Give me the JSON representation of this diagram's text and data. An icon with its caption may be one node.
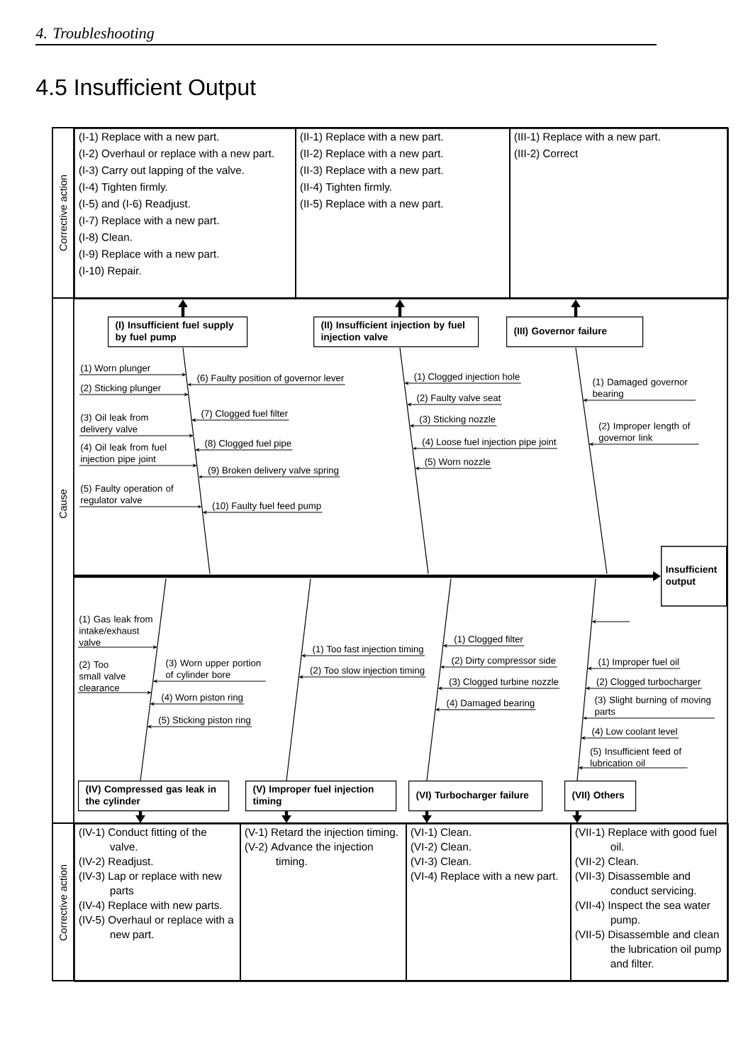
{
  "diagram": {
    "title": "4.5 Insufficient Output",
    "nodes": [
      {
        "text": [
          "(I-1) Replace with a new part.",
          "(I-2) Overhaul or replace with a new part.",
          "(I-3) Carry out lapping of the valve.",
          "(I-4) Tighten firmly.",
          "(I-5) and (I-6) Readjust.",
          "(I-7) Replace with a new part.",
          "(I-8) Clean.",
          "(I-9) Replace with a new part.",
          "(I-10) Repair."
        ]
      },
      {
        "text": [
          "(II-1) Replace with a new part.",
          "(II-2) Replace with a new part.",
          "(II-3) Replace with a new part.",
          "(II-4) Tighten firmly.",
          "(II-5) Replace with a new part."
        ]
      },
      {
        "text": [
          "(III-1) Replace with a new part.",
          "(III-2) Correct"
        ]
      },
      {
        "text": [
          "(I) Insufficient fuel supply by fuel pump"
        ]
      },
      {
        "text": [
          "(II) Insufficient injection by fuel injection valve"
        ]
      },
      {
        "text": [
          "(III) Governor failure"
        ]
      },
      {
        "text": [
          "(1) Worn plunger"
        ]
      },
      {
        "text": [
          "(2) Sticking plunger"
        ]
      },
      {
        "text": [
          "(3) Oil leak from delivery valve"
        ]
      },
      {
        "text": [
          "(4) Oil leak from fuel injection pipe joint"
        ]
      },
      {
        "text": [
          "(5) Faulty operation of regulator valve"
        ]
      },
      {
        "text": [
          "(6) Faulty position of governor lever"
        ]
      },
      {
        "text": [
          "(7) Clogged fuel filter"
        ]
      },
      {
        "text": [
          "(8) Clogged fuel pipe"
        ]
      },
      {
        "text": [
          "(9) Broken delivery valve spring"
        ]
      },
      {
        "text": [
          "(10) Faulty fuel feed pump"
        ]
      },
      {
        "text": [
          "(1) Clogged injection hole"
        ]
      },
      {
        "text": [
          "(2) Faulty valve seat"
        ]
      },
      {
        "text": [
          "(3) Sticking nozzle"
        ]
      },
      {
        "text": [
          "(4) Loose fuel injection pipe joint"
        ]
      },
      {
        "text": [
          "(5) Worn nozzle"
        ]
      },
      {
        "text": [
          "(1) Damaged governor bearing"
        ]
      },
      {
        "text": [
          "(2) Improper length of governor link"
        ]
      },
      {
        "text": [
          "Insufficient output"
        ]
      },
      {
        "text": [
          "(1) Gas leak from intake/exhaust valve"
        ]
      },
      {
        "text": [
          "(2) Too small valve clearance"
        ]
      },
      {
        "text": [
          "(3) Worn upper portion of cylinder bore"
        ]
      },
      {
        "text": [
          "(4) Worn piston ring"
        ]
      },
      {
        "text": [
          "(5) Sticking piston ring"
        ]
      },
      {
        "text": [
          "(1) Too fast injection timing"
        ]
      },
      {
        "text": [
          "(2) Too slow injection timing"
        ]
      },
      {
        "text": [
          "(1) Clogged filter"
        ]
      },
      {
        "text": [
          "(2) Dirty compressor side"
        ]
      },
      {
        "text": [
          "(3) Clogged turbine nozzle"
        ]
      },
      {
        "text": [
          "(4) Damaged bearing"
        ]
      },
      {
        "text": [
          "(1) Improper fuel oil"
        ]
      },
      {
        "text": [
          "(2) Clogged turbocharger"
        ]
      },
      {
        "text": [
          "(3) Slight burning of moving parts"
        ]
      },
      {
        "text": [
          "(4) Low coolant level"
        ]
      },
      {
        "text": [
          "(5) Insufficient feed of lubrication oil"
        ]
      },
      {
        "text": [
          "(IV) Compressed gas leak in the cylinder"
        ]
      },
      {
        "text": [
          "(V) Improper fuel injection timing"
        ]
      },
      {
        "text": [
          "(VI) Turbocharger failure"
        ]
      },
      {
        "text": [
          "(VII) Others"
        ]
      },
      {
        "text": [
          "(IV-1) Conduct fitting of the valve.",
          "(IV-2) Readjust.",
          "(IV-3) Lap or replace with new parts",
          "(IV-4) Replace with new parts.",
          "(IV-5) Overhaul or replace with a new part."
        ]
      },
      {
        "text": [
          "(V-1) Retard the injection timing.",
          "(V-2) Advance the injection timing."
        ]
      },
      {
        "text": [
          "(VI-1) Clean.",
          "(VI-2) Clean.",
          "(VI-3) Clean.",
          "(VI-4) Replace with a new part."
        ]
      },
      {
        "text": [
          "(VII-1) Replace with good fuel oil.",
          "(VII-2) Clean.",
          "(VII-3) Disassemble and conduct servicing.",
          "(VII-4) Inspect the sea water pump.",
          "(VII-5) Disassemble and clean the lubrication oil pump and filter."
        ]
      },
      {
        "text": [],
        "shape": "bar"
      },
      {
        "text": [],
        "shape": "bar"
      },
      {
        "text": [],
        "shape": "bar"
      },
      {
        "text": [],
        "shape": "bar"
      },
      {
        "text": [],
        "shape": "bar"
      },
      {
        "text": [],
        "shape": "bar"
      },
      {
        "text": [],
        "shape": "bar"
      }
    ],
    "edges": [
      {
        "from": 3,
        "to": 0,
        "arrow": "to",
        "style": "thick"
      },
      {
        "from": 4,
        "to": 1,
        "arrow": "to",
        "style": "thick"
      },
      {
        "from": 5,
        "to": 2,
        "arrow": "to",
        "style": "thick"
      },
      {
        "from": 40,
        "to": 44,
        "arrow": "to",
        "style": "thick"
      },
      {
        "from": 41,
        "to": 45,
        "arrow": "to",
        "style": "thick"
      },
      {
        "from": 42,
        "to": 46,
        "arrow": "to",
        "style": "thick"
      },
      {
        "from": 43,
        "to": 47,
        "arrow": "to",
        "style": "thick"
      },
      {
        "from": null,
        "to": 23,
        "arrow": "to",
        "style": "thick"
      },
      {
        "from": 6,
        "to": 48,
        "arrow": "to"
      },
      {
        "from": 7,
        "to": 48,
        "arrow": "to"
      },
      {
        "from": 8,
        "to": 48,
        "arrow": "to"
      },
      {
        "from": 9,
        "to": 48,
        "arrow": "to"
      },
      {
        "from": 10,
        "to": 48,
        "arrow": "to"
      },
      {
        "from": 11,
        "to": 48,
        "arrow": "to"
      },
      {
        "from": 12,
        "to": 48,
        "arrow": "to"
      },
      {
        "from": 13,
        "to": 48,
        "arrow": "to"
      },
      {
        "from": 14,
        "to": 48,
        "arrow": "to"
      },
      {
        "from": 15,
        "to": 48,
        "arrow": "to"
      },
      {
        "from": 16,
        "to": 49,
        "arrow": "to"
      },
      {
        "from": 17,
        "to": 49,
        "arrow": "to"
      },
      {
        "from": 18,
        "to": 49,
        "arrow": "to"
      },
      {
        "from": 19,
        "to": 49,
        "arrow": "to"
      },
      {
        "from": 20,
        "to": 49,
        "arrow": "to"
      },
      {
        "from": 21,
        "to": 50,
        "arrow": "to"
      },
      {
        "from": 22,
        "to": 50,
        "arrow": "to"
      },
      {
        "from": 24,
        "to": 51,
        "arrow": "to"
      },
      {
        "from": 25,
        "to": 51,
        "arrow": "to"
      },
      {
        "from": 26,
        "to": 51,
        "arrow": "to"
      },
      {
        "from": 27,
        "to": 51,
        "arrow": "to"
      },
      {
        "from": 28,
        "to": 51,
        "arrow": "to"
      },
      {
        "from": 29,
        "to": 52,
        "arrow": "to"
      },
      {
        "from": 30,
        "to": 52,
        "arrow": "to"
      },
      {
        "from": 31,
        "to": 53,
        "arrow": "to"
      },
      {
        "from": 32,
        "to": 53,
        "arrow": "to"
      },
      {
        "from": 33,
        "to": 53,
        "arrow": "to"
      },
      {
        "from": 34,
        "to": 53,
        "arrow": "to"
      },
      {
        "from": 35,
        "to": 54,
        "arrow": "to"
      },
      {
        "from": 36,
        "to": 54,
        "arrow": "to"
      },
      {
        "from": 37,
        "to": 54,
        "arrow": "to"
      },
      {
        "from": 38,
        "to": 54,
        "arrow": "to"
      },
      {
        "from": 39,
        "to": 54,
        "arrow": "to"
      },
      {
        "from": null,
        "to": 54,
        "arrow": "to"
      }
    ],
    "labels": [
      "4. Troubleshooting",
      "Corrective action",
      "Cause",
      "Corrective action"
    ]
  }
}
